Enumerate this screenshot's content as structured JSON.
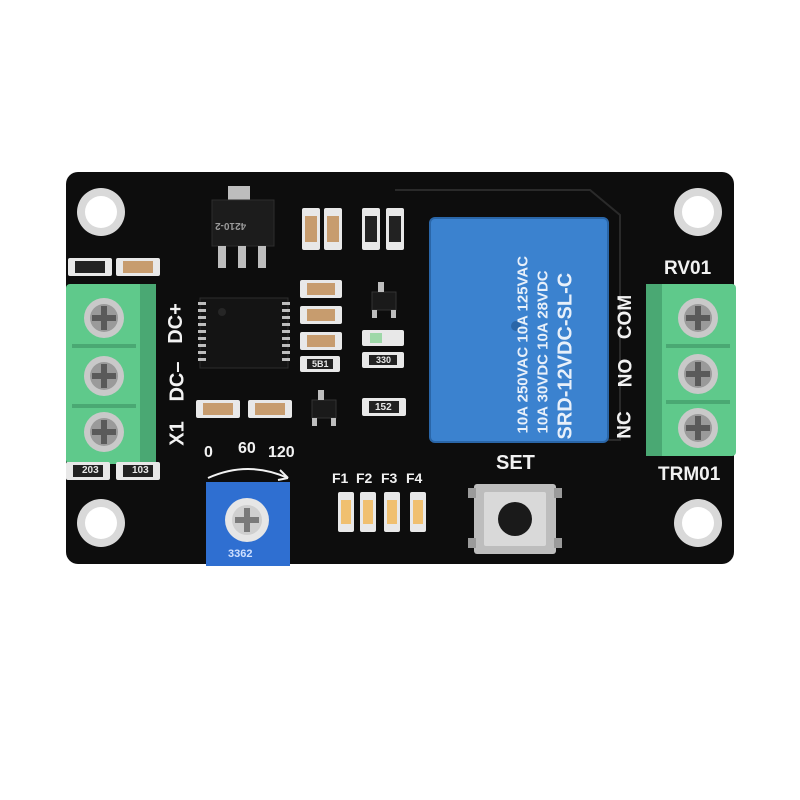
{
  "board": {
    "silkscreen": {
      "dc_plus": "DC+",
      "dc_minus": "DC–",
      "x1": "X1",
      "rv01": "RV01",
      "com": "COM",
      "no": "NO",
      "nc": "NC",
      "trm01": "TRM01",
      "set": "SET",
      "scale_0": "0",
      "scale_60": "60",
      "scale_120": "120",
      "f1": "F1",
      "f2": "F2",
      "f3": "F3",
      "f4": "F4",
      "r203": "203",
      "r103": "103",
      "r152": "152",
      "r330": "330",
      "r5b1": "5B1"
    },
    "relay": {
      "model": "SRD-12VDC-SL-C",
      "rating_line1": "10A 250VAC  10A 125VAC",
      "rating_line2": "10A 30VDC   10A 28VDC"
    },
    "potentiometer": {
      "marking": "3362"
    },
    "chips": {
      "regulator": "4210-2"
    },
    "colors": {
      "pcb": "#0d0d0d",
      "terminal": "#5fc98b",
      "relay": "#3b82cf",
      "pot": "#2f6fd1"
    }
  }
}
